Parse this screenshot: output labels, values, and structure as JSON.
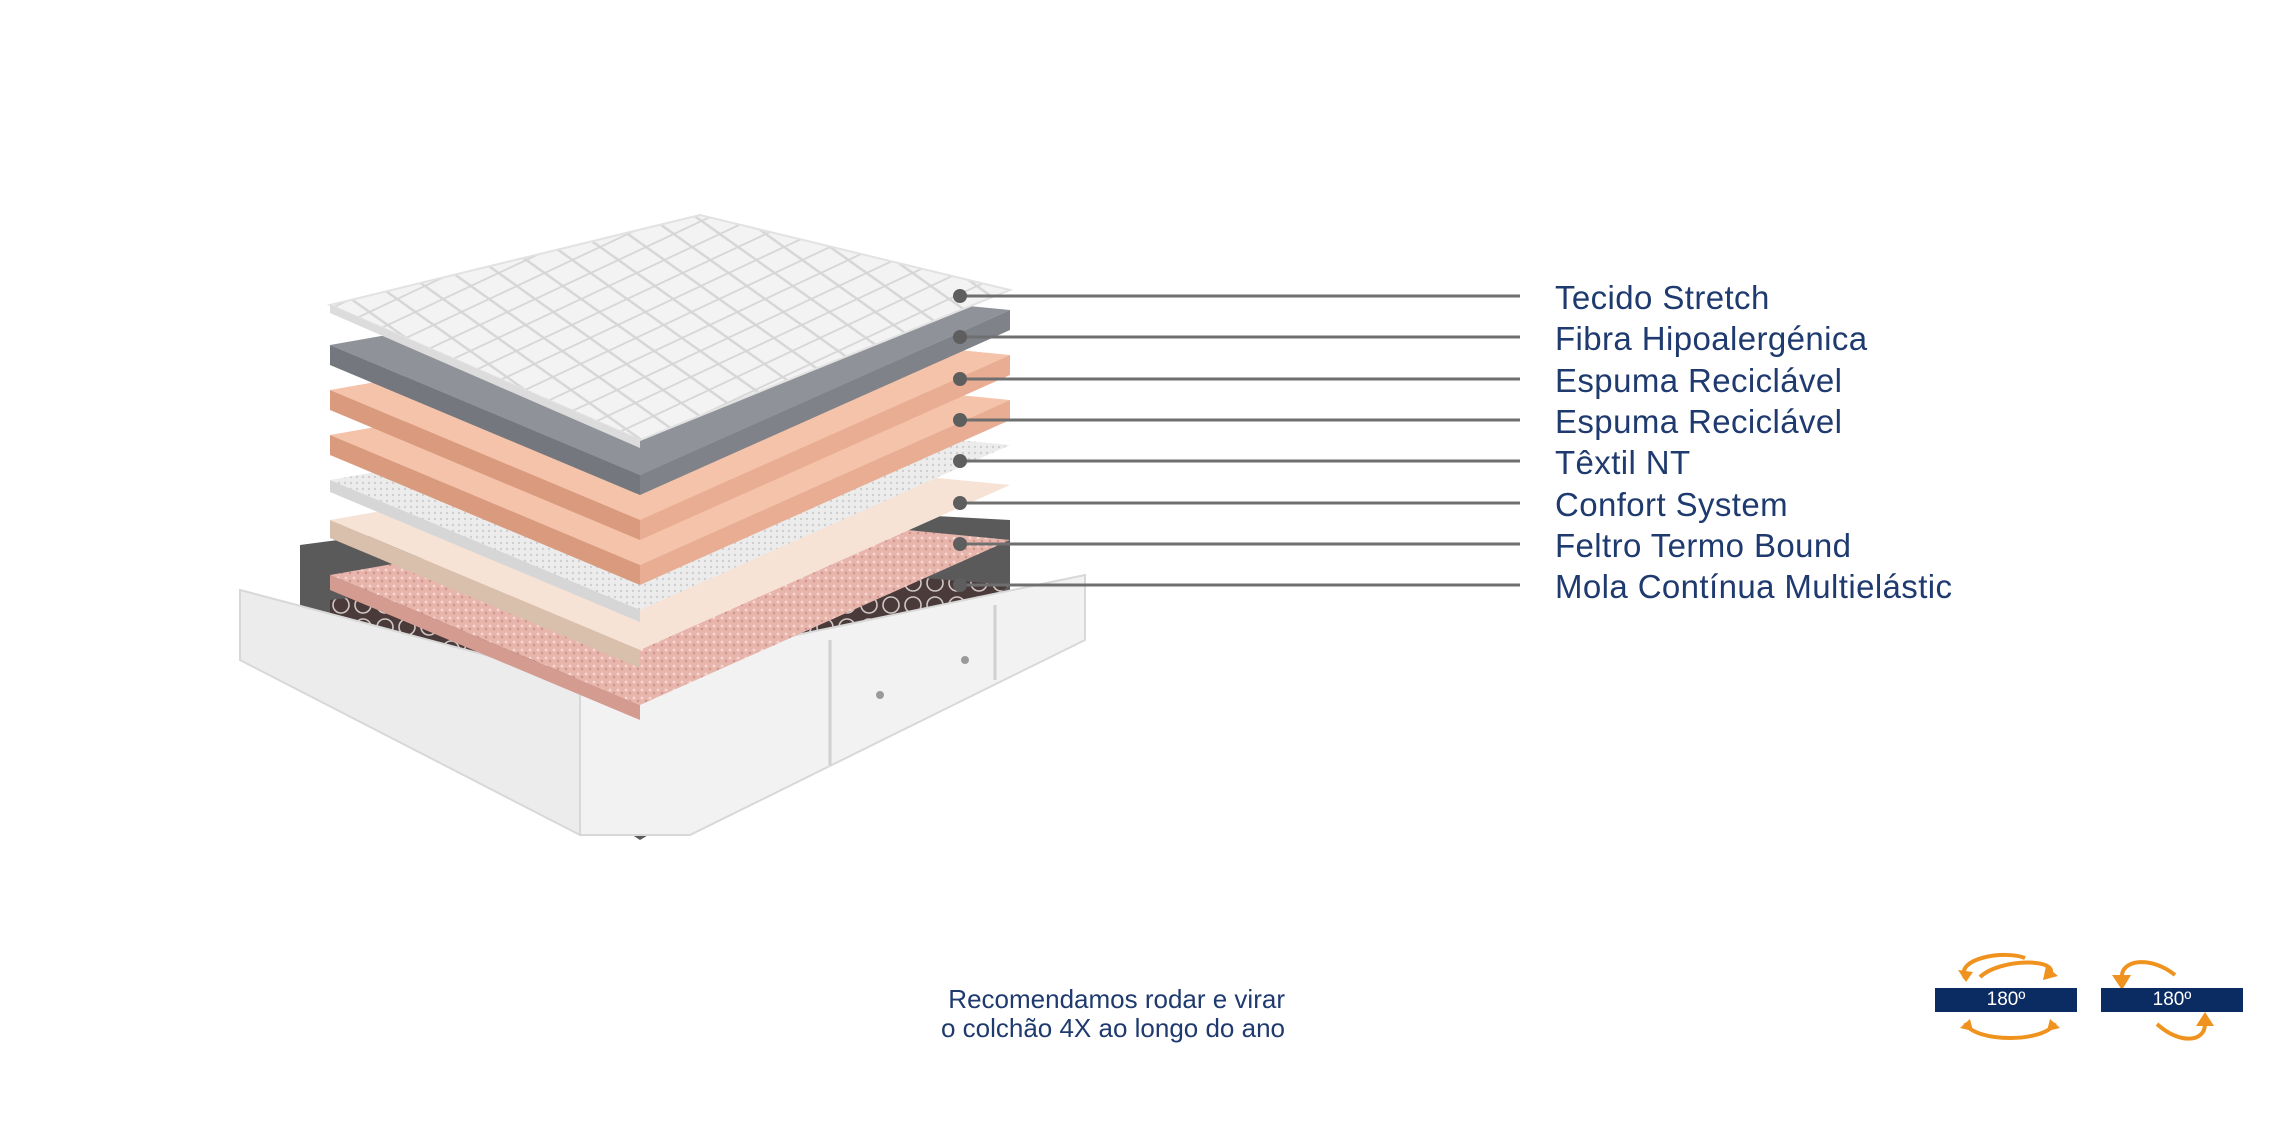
{
  "layers": [
    {
      "label": "Tecido Stretch"
    },
    {
      "label": "Fibra Hipoalergénica"
    },
    {
      "label": "Espuma Reciclável"
    },
    {
      "label": "Espuma Reciclável"
    },
    {
      "label": "Têxtil NT"
    },
    {
      "label": "Confort System"
    },
    {
      "label": "Feltro Termo Bound"
    },
    {
      "label": "Mola Contínua Multielástic"
    }
  ],
  "recommendation": {
    "line1": "Recomendamos rodar e virar",
    "line2": "o colchão 4X ao longo do ano"
  },
  "rotation_badges": [
    {
      "label": "180º",
      "icon": "rotate-horizontal-icon"
    },
    {
      "label": "180º",
      "icon": "flip-vertical-icon"
    }
  ],
  "colors": {
    "text": "#1f3a6e",
    "badge": "#0b2b63",
    "arrow": "#f0921e",
    "leader": "#6f6f6f"
  }
}
